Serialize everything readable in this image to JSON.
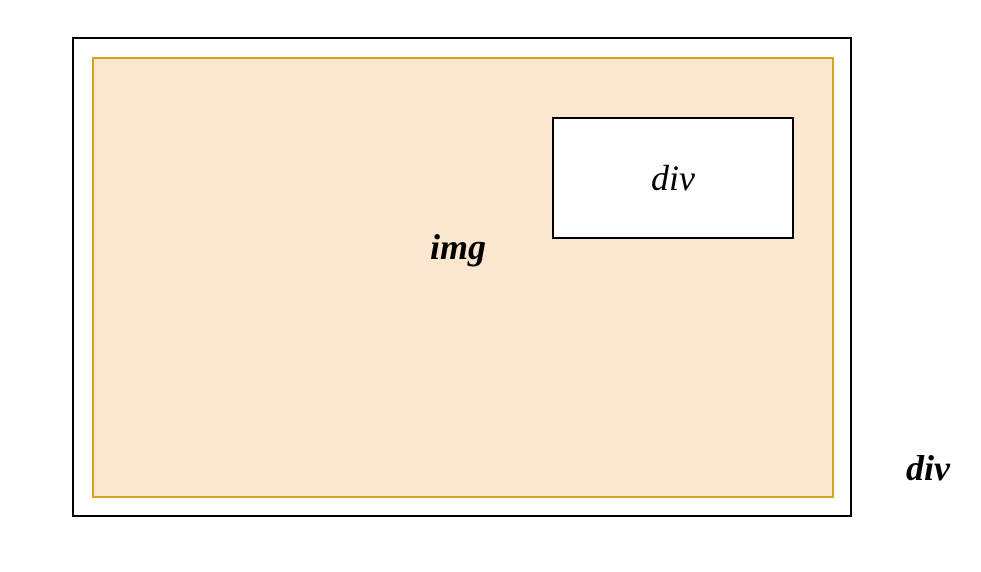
{
  "diagram": {
    "outer_label": "div",
    "img_label": "img",
    "inner_label": "div"
  },
  "colors": {
    "outer_border": "#000000",
    "img_fill": "#fde6cf",
    "img_border": "#d9a021",
    "inner_fill": "#ffffff",
    "inner_border": "#000000"
  }
}
